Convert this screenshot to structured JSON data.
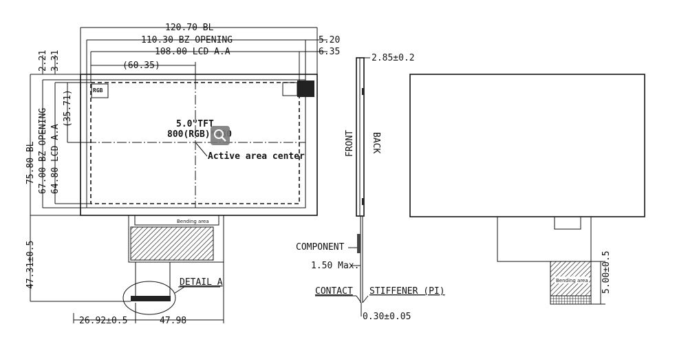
{
  "dimensions": {
    "width_bl": "120.70 BL",
    "width_bz": "110.30 BZ OPENING",
    "width_lcd": "108.00 LCD A.A",
    "offset_right_bz": "5.20",
    "offset_right_lcd": "6.35",
    "offset_left_lcd": "(60.35)",
    "offset_top_bz": "2.21",
    "offset_top_lcd": "3.31",
    "height_bl": "75.80 BL",
    "height_bz": "67.00 BZ OPENING",
    "height_lcd": "64.80 LCD A.A",
    "offset_center_v": "(35.71)",
    "fpc_length": "47.31±0.5",
    "fpc_offset": "26.92±0.5",
    "fpc_width": "47.98",
    "thickness": "2.85±0.2",
    "component_max": "1.50 Max.",
    "contact_thickness": "0.30±0.05",
    "bending_length": "5.00±0.5"
  },
  "labels": {
    "rgb_mark": "RGB",
    "panel_line1": "5.0\"TFT",
    "panel_line2": "800(RGB)*480",
    "active_center": "Active area center",
    "detail": "DETAIL A",
    "front": "FRONT",
    "back": "BACK",
    "component": "COMPONENT",
    "contact": "CONTACT",
    "stiffener": "STIFFENER (PI)",
    "bending_front": "Bending area",
    "bending_back": "Bending area"
  },
  "icons": {
    "zoom": "magnifier-icon"
  },
  "colors": {
    "line": "#111111",
    "zoom_bg": "#7a7a7a",
    "zoom_fg": "#ffffff"
  }
}
